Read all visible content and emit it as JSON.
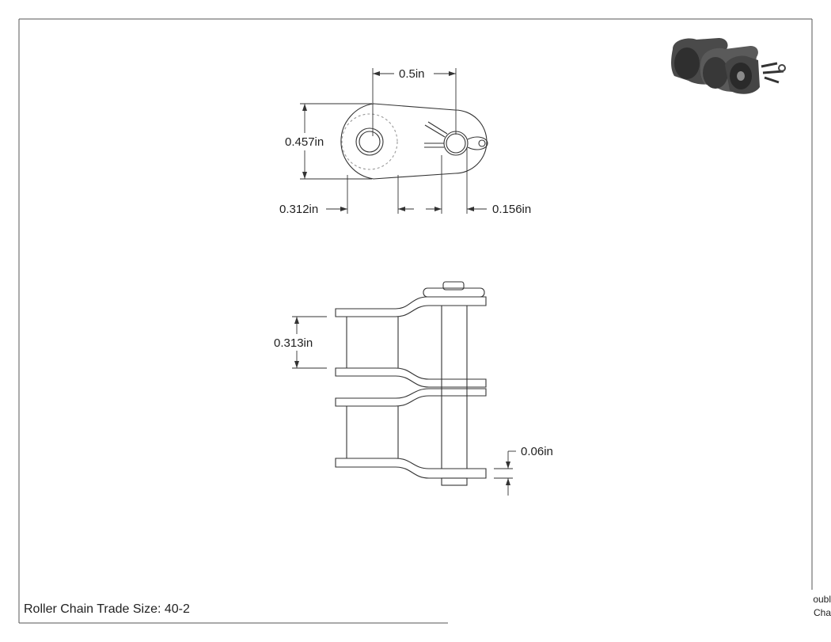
{
  "dimensions": {
    "pitch": "0.5in",
    "height": "0.457in",
    "offset_left": "0.312in",
    "offset_right": "0.156in",
    "strand_spacing": "0.313in",
    "plate_thickness": "0.06in"
  },
  "title_block": {
    "trade_size": "Roller Chain Trade Size: 40-2",
    "cut_line_1": "oubl",
    "cut_line_2": "Cha"
  },
  "colors": {
    "line": "#333333",
    "hidden": "#9a9a9a",
    "render_dark": "#3d3d3d",
    "render_mid": "#5c5c5c"
  }
}
